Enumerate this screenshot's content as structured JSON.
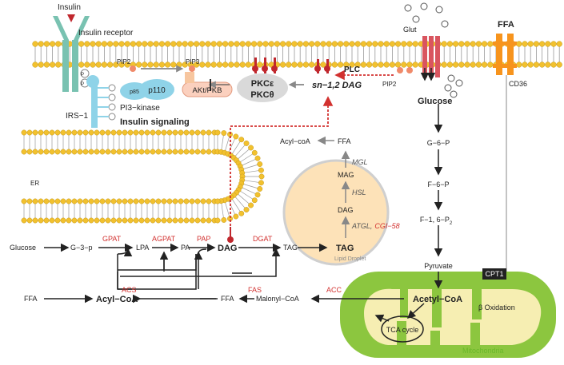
{
  "colors": {
    "membrane_head": "#f2c12e",
    "membrane_tail": "#999",
    "red": "#d2312f",
    "mito": "#8cc63f",
    "mito_inner": "#f6eeb2",
    "lipid": "#fde2b8",
    "receptor": "#79c2b1",
    "cd36": "#f7941d",
    "glut": "#d9555f",
    "akt": "#fbd0be",
    "pkc": "#d9d9d9",
    "pi3k": "#8fd3e8"
  },
  "receptor": {
    "insulin": "Insulin",
    "insulin_receptor": "Insulin receptor",
    "irs": "IRS−1",
    "p": "P"
  },
  "signaling": {
    "pip2_left": "PIP2",
    "pip3": "PIP3",
    "p85": "p85",
    "p110": "p110",
    "pi3k": "PI3−kinase",
    "akt": "AKt/PKB",
    "pkc_e": "PKCε",
    "pkc_t": "PKCθ",
    "sn12dag": "sn−1,2 DAG",
    "plc": "PLC",
    "pip2_right": "PIP2",
    "insulin_signaling": "Insulin signaling"
  },
  "glut": {
    "glut": "Glut",
    "glucose": "Glucose",
    "ffa": "FFA",
    "cd36": "CD36"
  },
  "glycolysis": {
    "g6p": "G−6−P",
    "f6p": "F−6−P",
    "f16p": "F−1, 6−P",
    "f16p_sub": "2",
    "pyruvate": "Pyruvate",
    "cpt1": "CPT1"
  },
  "mito": {
    "acetyl_coa": "Acetyl−CoA",
    "beta_ox": "β Oxidation",
    "tca": "TCA cycle",
    "label": "Mitochondria"
  },
  "er": {
    "label": "ER"
  },
  "lipid_droplet": {
    "ffa": "FFA",
    "acylcoa": "Acyl−coA",
    "mgl": "MGL",
    "mag": "MAG",
    "hsl": "HSL",
    "dag": "DAG",
    "atgl": "ATGL",
    "comma": ",",
    "cgi58": "CGI−58",
    "tag": "TAG",
    "ld": "Lipid Droplet"
  },
  "synthesis": {
    "glucose": "Glucose",
    "g3p": "G−3−p",
    "gpat": "GPAT",
    "lpa": "LPA",
    "agpat": "AGPAT",
    "pa": "PA",
    "pap": "PAP",
    "dag": "DAG",
    "dgat": "DGAT",
    "tag": "TAG"
  },
  "bottom": {
    "ffa_left": "FFA",
    "acs": "ACS",
    "acylcoa": "Acyl−CoA",
    "ffa_mid": "FFA",
    "fas": "FAS",
    "malonyl": "Malonyl−CoA",
    "acc": "ACC"
  }
}
